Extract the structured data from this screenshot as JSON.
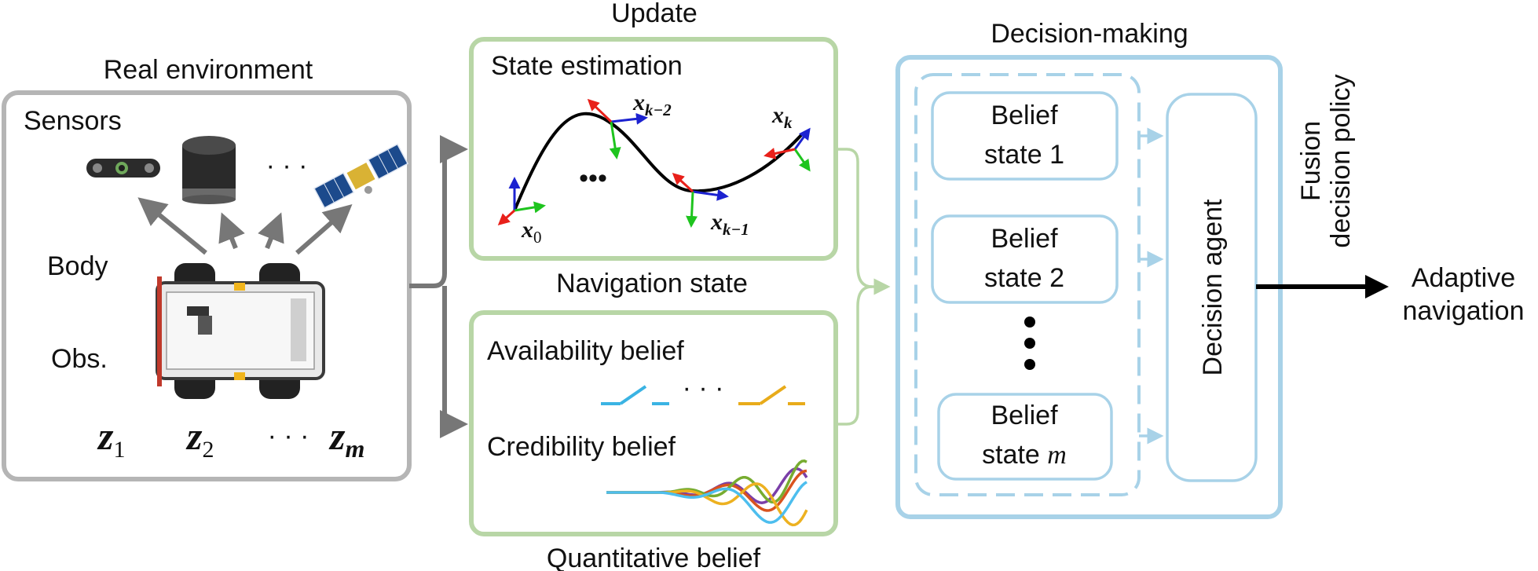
{
  "colors": {
    "real_border": "#b5b5b5",
    "green_border": "#b8d6a6",
    "blue_border": "#a8d2e8",
    "arrow_gray": "#777777",
    "axis_red": "#e8201a",
    "axis_green": "#1ec41e",
    "axis_blue": "#1c22d0",
    "switch_blue": "#3ab3e3",
    "switch_yellow": "#e8ab1a"
  },
  "real_env": {
    "title": "Real environment",
    "sensors_label": "Sensors",
    "sensor_ellipsis": "· · ·",
    "body_label": "Body",
    "obs_label": "Obs.",
    "obs_ellipsis": "· · ·",
    "observations": [
      {
        "sym": "z",
        "sub": "1"
      },
      {
        "sym": "z",
        "sub": "2"
      },
      {
        "sym": "z",
        "sub": "m"
      }
    ],
    "icons": [
      "stereo-camera-icon",
      "lidar-icon",
      "satellite-icon",
      "rover-robot-icon"
    ]
  },
  "update_label": "Update",
  "state_estimation": {
    "title": "State estimation",
    "states": [
      {
        "sym": "x",
        "sub": "0"
      },
      {
        "sym": "x",
        "sub": "k−2"
      },
      {
        "sym": "x",
        "sub": "k−1"
      },
      {
        "sym": "x",
        "sub": "k"
      }
    ],
    "dots": "•••"
  },
  "navigation_state_label": "Navigation state",
  "quantitative": {
    "availability_label": "Availability belief",
    "switch_ellipsis": "· · ·",
    "credibility_label": "Credibility belief",
    "curve_colors": [
      "#7a3fa8",
      "#d9531e",
      "#77ac30",
      "#edb120",
      "#4dbeee"
    ],
    "footer": "Quantitative belief"
  },
  "decision": {
    "title": "Decision-making",
    "beliefs": [
      {
        "line1": "Belief",
        "line2": "state 1",
        "sym": ""
      },
      {
        "line1": "Belief",
        "line2": "state 2",
        "sym": ""
      },
      {
        "line1": "Belief",
        "line2": "state ",
        "sym": "m"
      }
    ],
    "agent_label": "Decision agent",
    "fusion_line1": "Fusion",
    "fusion_line2": "decision policy"
  },
  "output": {
    "line1": "Adaptive",
    "line2": "navigation"
  }
}
